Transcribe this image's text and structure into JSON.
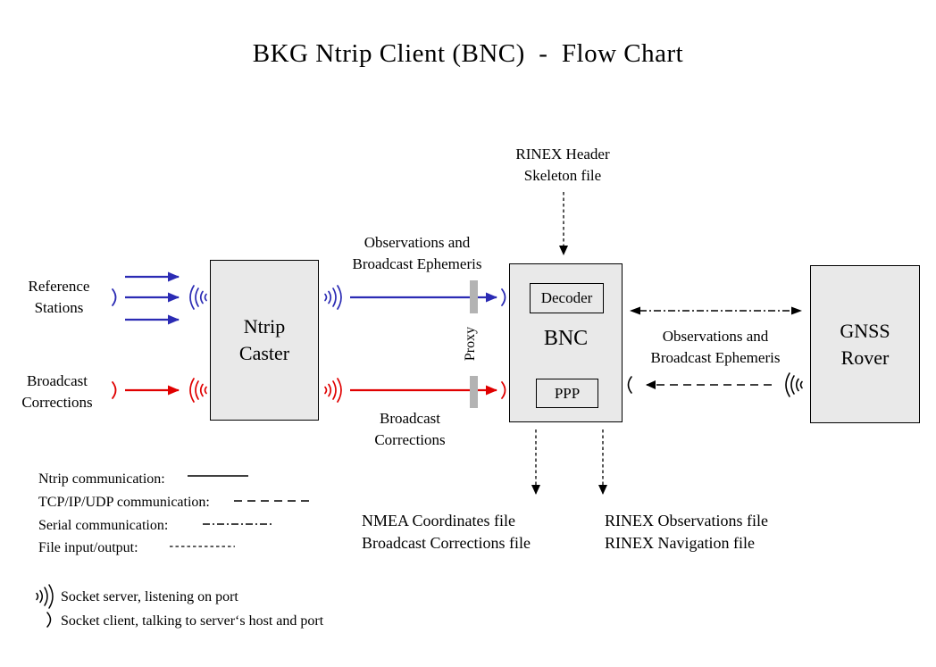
{
  "title": "BKG Ntrip Client (BNC)  -  Flow Chart",
  "nodes": {
    "caster": {
      "line1": "Ntrip",
      "line2": "Caster"
    },
    "bnc": {
      "label": "BNC",
      "decoder": "Decoder",
      "ppp": "PPP"
    },
    "rover": {
      "line1": "GNSS",
      "line2": "Rover"
    }
  },
  "labels": {
    "reference_stations": {
      "line1": "Reference",
      "line2": "Stations"
    },
    "broadcast_corrections_input": {
      "line1": "Broadcast",
      "line2": "Corrections"
    },
    "observations_mid": {
      "line1": "Observations and",
      "line2": "Broadcast Ephemeris"
    },
    "broadcast_corrections_mid": {
      "line1": "Broadcast",
      "line2": "Corrections"
    },
    "rinex_skeleton": {
      "line1": "RINEX Header",
      "line2": "Skeleton file"
    },
    "observations_right": {
      "line1": "Observations and",
      "line2": "Broadcast Ephemeris"
    },
    "proxy": "Proxy",
    "nmea_output": {
      "line1": "NMEA Coordinates file",
      "line2": "Broadcast Corrections file"
    },
    "rinex_output": {
      "line1": "RINEX Observations file",
      "line2": "RINEX Navigation file"
    }
  },
  "legend": {
    "items": [
      {
        "label": "Ntrip communication:",
        "style": "solid"
      },
      {
        "label": "TCP/IP/UDP communication:",
        "style": "long-dash"
      },
      {
        "label": "Serial communication:",
        "style": "dash-dot"
      },
      {
        "label": "File input/output:",
        "style": "short-dash"
      }
    ],
    "socket_server": "Socket server, listening on port",
    "socket_client": "Socket client, talking to server‘s host and port"
  },
  "colors": {
    "ntrip_blue": "#2b2bb4",
    "corrections_red": "#e00000",
    "box_fill": "#e9e9e9",
    "proxy_gray": "#b3b3b3"
  }
}
